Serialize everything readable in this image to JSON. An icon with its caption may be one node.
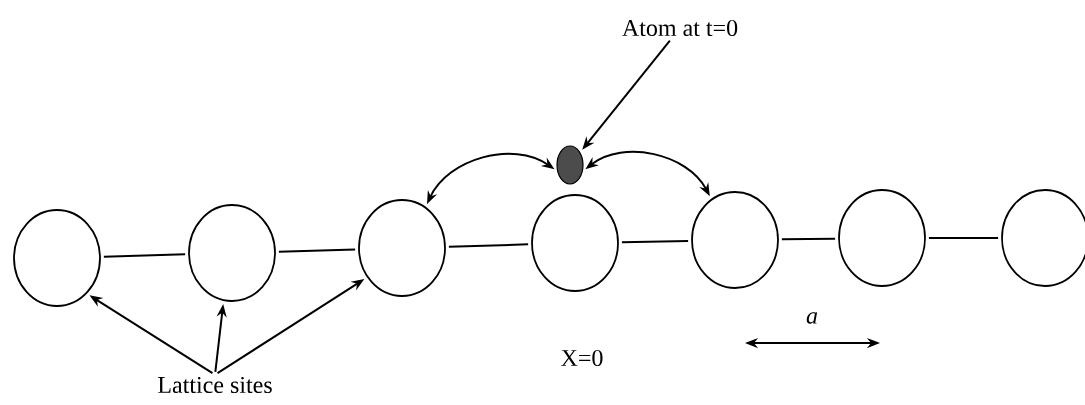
{
  "diagram": {
    "nodes": [
      {
        "text": [
          "Atom at t=0"
        ]
      },
      {
        "text": [],
        "shape": "dot"
      },
      {
        "text": [],
        "shape": "circle"
      },
      {
        "text": [],
        "shape": "circle"
      },
      {
        "text": [],
        "shape": "circle"
      },
      {
        "text": [],
        "shape": "circle"
      },
      {
        "text": [],
        "shape": "circle"
      },
      {
        "text": [],
        "shape": "circle"
      },
      {
        "text": [],
        "shape": "circle"
      },
      {
        "text": [
          "Lattice sites"
        ]
      }
    ],
    "edges": [
      {
        "from": 0,
        "to": 1,
        "arrow": "to"
      },
      {
        "from": 1,
        "to": 4,
        "arrow": "both"
      },
      {
        "from": 1,
        "to": 6,
        "arrow": "both"
      },
      {
        "from": 2,
        "to": 3,
        "arrow": "none"
      },
      {
        "from": 3,
        "to": 4,
        "arrow": "none"
      },
      {
        "from": 4,
        "to": 5,
        "arrow": "none"
      },
      {
        "from": 5,
        "to": 6,
        "arrow": "none"
      },
      {
        "from": 6,
        "to": 7,
        "arrow": "none"
      },
      {
        "from": 7,
        "to": 8,
        "arrow": "none"
      },
      {
        "from": 9,
        "to": 2,
        "arrow": "to"
      },
      {
        "from": 9,
        "to": 3,
        "arrow": "to"
      },
      {
        "from": 9,
        "to": 4,
        "arrow": "to"
      }
    ],
    "labels": [
      "X=0",
      "a"
    ]
  }
}
